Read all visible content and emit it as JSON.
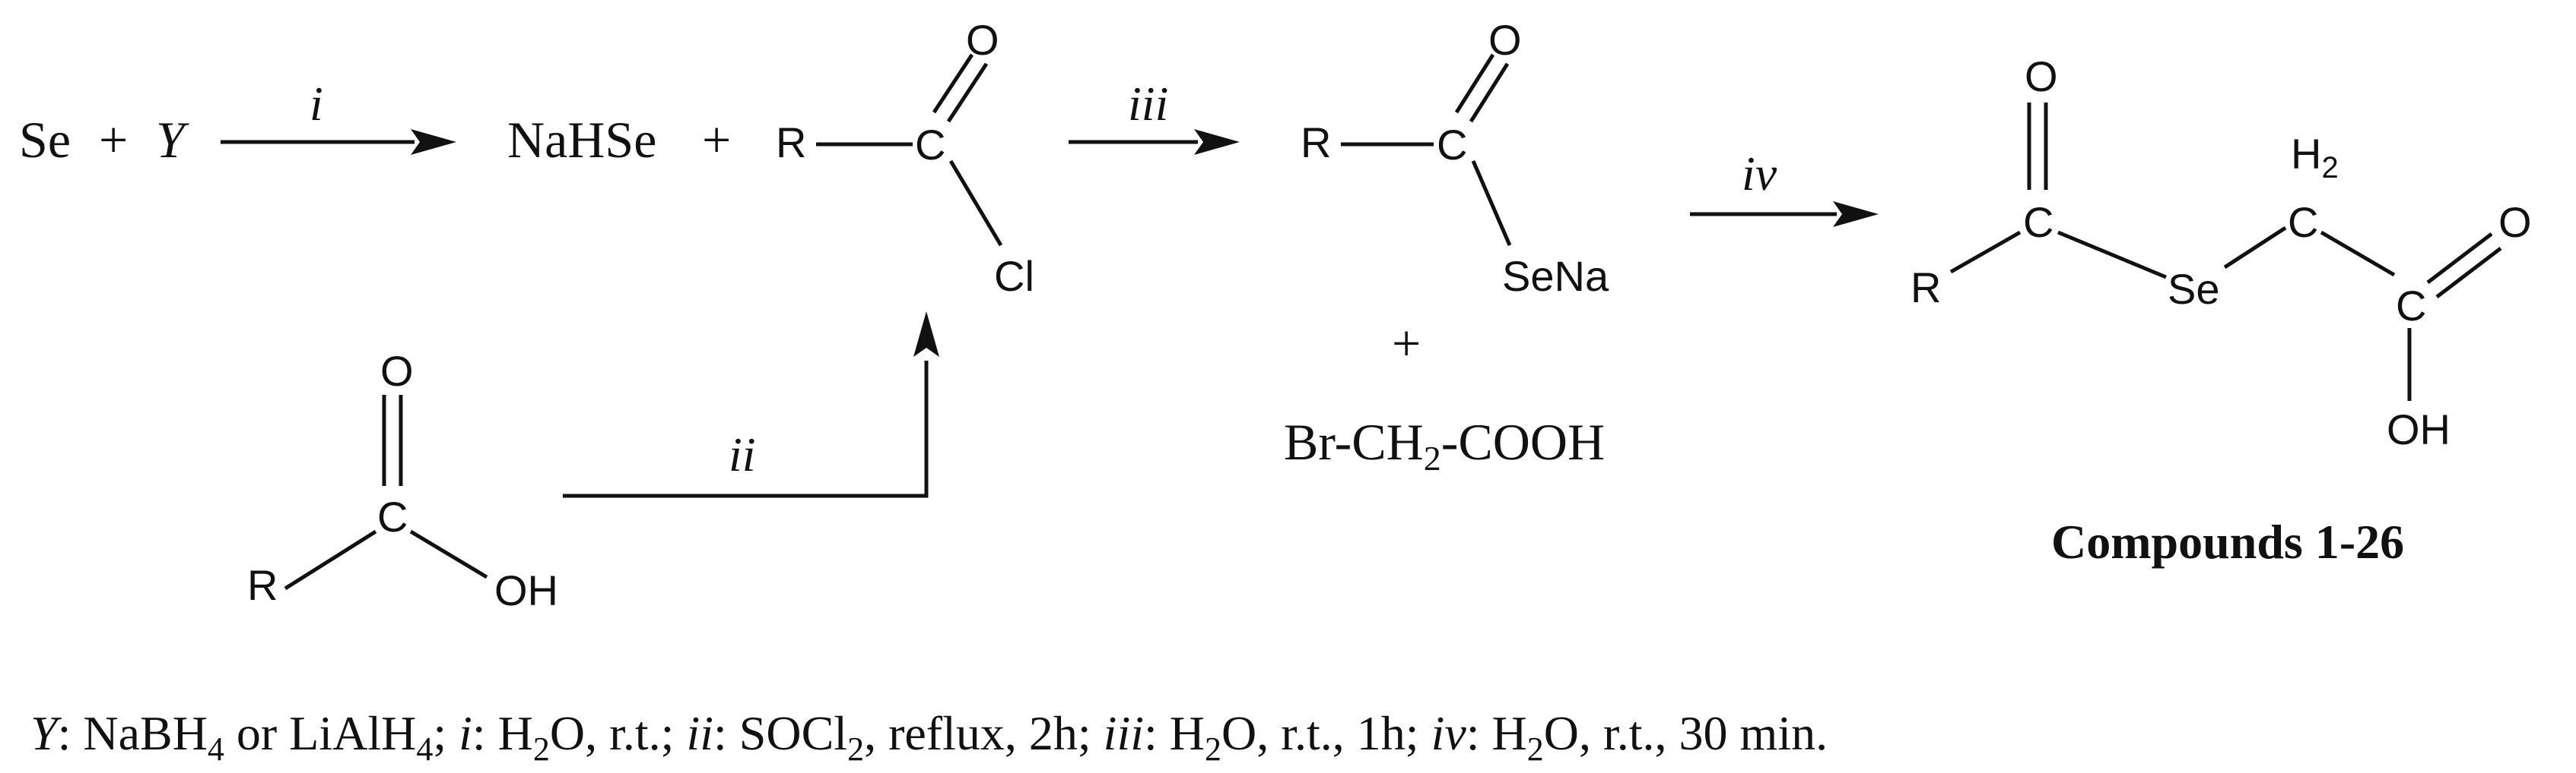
{
  "reactants": {
    "se": "Se",
    "plus": "+",
    "y": "Y"
  },
  "steps": {
    "i": "i",
    "ii": "ii",
    "iii": "iii",
    "iv": "iv"
  },
  "nahse": {
    "label": "NaHSe",
    "plus": "+"
  },
  "acyl_chloride": {
    "r": "R",
    "c": "C",
    "o": "O",
    "cl": "Cl"
  },
  "carboxylic_acid": {
    "r": "R",
    "c": "C",
    "o": "O",
    "oh": "OH"
  },
  "acylselenide": {
    "r": "R",
    "c": "C",
    "o": "O",
    "sena": "SeNa",
    "plus": "+"
  },
  "bromoacetic": {
    "part1": "Br-CH",
    "sub": "2",
    "part2": "-COOH"
  },
  "product": {
    "r": "R",
    "c1": "C",
    "o1": "O",
    "se": "Se",
    "h2": "H",
    "h2_sub": "2",
    "c2": "C",
    "c3": "C",
    "o2": "O",
    "oh": "OH",
    "caption": "Compounds 1-26"
  },
  "footnote": {
    "y": "Y",
    "t1": ": NaBH",
    "s1": "4",
    "t2": " or LiAlH",
    "s2": "4",
    "t3": "; ",
    "i": "i",
    "t4": ": H",
    "s3": "2",
    "t5": "O, r.t.; ",
    "ii": "ii",
    "t6": ": SOCl",
    "s4": "2",
    "t7": ", reflux, 2h; ",
    "iii": "iii",
    "t8": ": H",
    "s5": "2",
    "t9": "O, r.t., 1h; ",
    "iv": "iv",
    "t10": ": H",
    "s6": "2",
    "t11": "O, r.t., 30 min."
  }
}
